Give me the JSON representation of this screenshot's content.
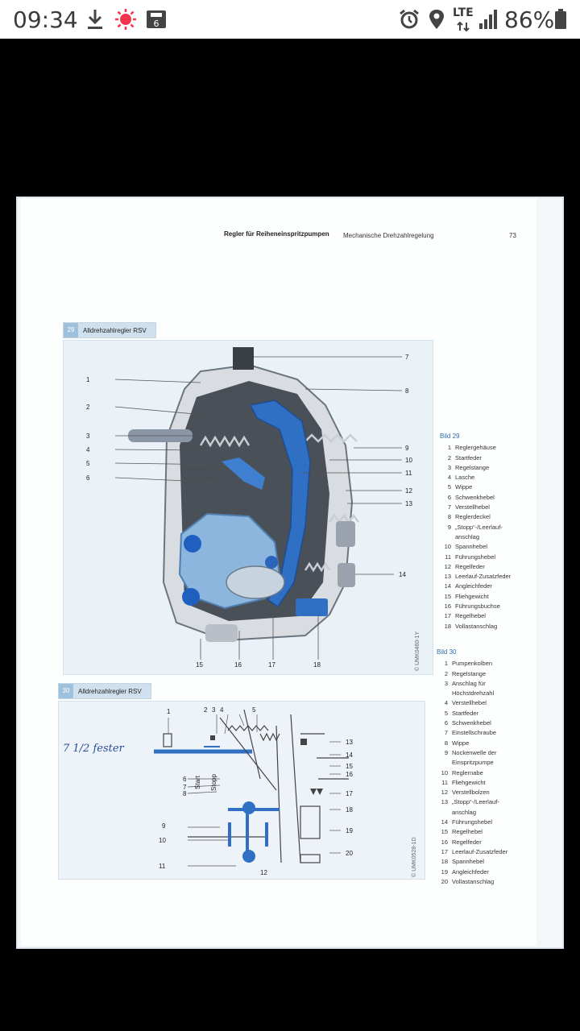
{
  "status_bar": {
    "time": "09:34",
    "network": "LTE",
    "battery": "86%",
    "icons": [
      "download-icon",
      "sun-icon",
      "sim-icon",
      "alarm-icon",
      "location-icon",
      "signal-icon",
      "battery-icon"
    ]
  },
  "document": {
    "header_bold": "Regler für Reiheneinspritzpumpen",
    "header_normal": "Mechanische Drehzahlregelung",
    "page_number": "73",
    "figure_29": {
      "badge": "29",
      "title": "Alldrehzahlregler RSV",
      "credit": "© UMK0460-1Y",
      "left_labels": [
        "1",
        "2",
        "3",
        "4",
        "5",
        "6"
      ],
      "right_labels": [
        "7",
        "8",
        "9",
        "10",
        "11",
        "12",
        "13",
        "14"
      ],
      "bottom_labels": [
        "15",
        "16",
        "17",
        "18"
      ]
    },
    "figure_30": {
      "badge": "30",
      "title": "Alldrehzahlregler RSV",
      "credit": "© UMK0528-1D",
      "top_labels": [
        "1",
        "2",
        "3",
        "4",
        "5"
      ],
      "left_labels": [
        "6",
        "7",
        "8",
        "9",
        "10",
        "11"
      ],
      "right_labels": [
        "13",
        "14",
        "15",
        "16",
        "17",
        "18",
        "19",
        "20"
      ],
      "bottom_label": "12",
      "start": "Start",
      "stopp": "Stopp"
    },
    "handwritten_note": "7  1/2  fester",
    "legend_29": {
      "title": "Bild 29",
      "items": [
        {
          "n": "1",
          "t": "Reglergehäuse"
        },
        {
          "n": "2",
          "t": "Startfeder"
        },
        {
          "n": "3",
          "t": "Regelstange"
        },
        {
          "n": "4",
          "t": "Lasche"
        },
        {
          "n": "5",
          "t": "Wippe"
        },
        {
          "n": "6",
          "t": "Schwenkhebel"
        },
        {
          "n": "7",
          "t": "Verstellhebel"
        },
        {
          "n": "8",
          "t": "Reglerdeckel"
        },
        {
          "n": "9",
          "t": "„Stopp“-/Leerlauf-"
        },
        {
          "n": "",
          "t": "anschlag"
        },
        {
          "n": "10",
          "t": "Spannhebel"
        },
        {
          "n": "11",
          "t": "Führungshebel"
        },
        {
          "n": "12",
          "t": "Regelfeder"
        },
        {
          "n": "13",
          "t": "Leerlauf-Zusatzfeder"
        },
        {
          "n": "14",
          "t": "Angleichfeder"
        },
        {
          "n": "15",
          "t": "Fliehgewicht"
        },
        {
          "n": "16",
          "t": "Führungsbuchse"
        },
        {
          "n": "17",
          "t": "Regelhebel"
        },
        {
          "n": "18",
          "t": "Vollastanschlag"
        }
      ]
    },
    "legend_30": {
      "title": "Bild 30",
      "items": [
        {
          "n": "1",
          "t": "Pumpenkolben"
        },
        {
          "n": "2",
          "t": "Regelstange"
        },
        {
          "n": "3",
          "t": "Anschlag für"
        },
        {
          "n": "",
          "t": "Höchstdrehzahl"
        },
        {
          "n": "4",
          "t": "Verstellhebel"
        },
        {
          "n": "5",
          "t": "Startfeder"
        },
        {
          "n": "6",
          "t": "Schwenkhebel"
        },
        {
          "n": "7",
          "t": "Einstellschraube"
        },
        {
          "n": "8",
          "t": "Wippe"
        },
        {
          "n": "9",
          "t": "Nockenwelle der"
        },
        {
          "n": "",
          "t": "Einspritzpumpe"
        },
        {
          "n": "10",
          "t": "Reglernabe"
        },
        {
          "n": "11",
          "t": "Fliehgewicht"
        },
        {
          "n": "12",
          "t": "Verstellbolzen"
        },
        {
          "n": "13",
          "t": "„Stopp“-/Leerlauf-"
        },
        {
          "n": "",
          "t": "anschlag"
        },
        {
          "n": "14",
          "t": "Führungshebel"
        },
        {
          "n": "15",
          "t": "Regelhebel"
        },
        {
          "n": "16",
          "t": "Regelfeder"
        },
        {
          "n": "17",
          "t": "Leerlauf-Zusatzfeder"
        },
        {
          "n": "18",
          "t": "Spannhebel"
        },
        {
          "n": "19",
          "t": "Angleichfeder"
        },
        {
          "n": "20",
          "t": "Vollastanschlag"
        }
      ]
    }
  }
}
